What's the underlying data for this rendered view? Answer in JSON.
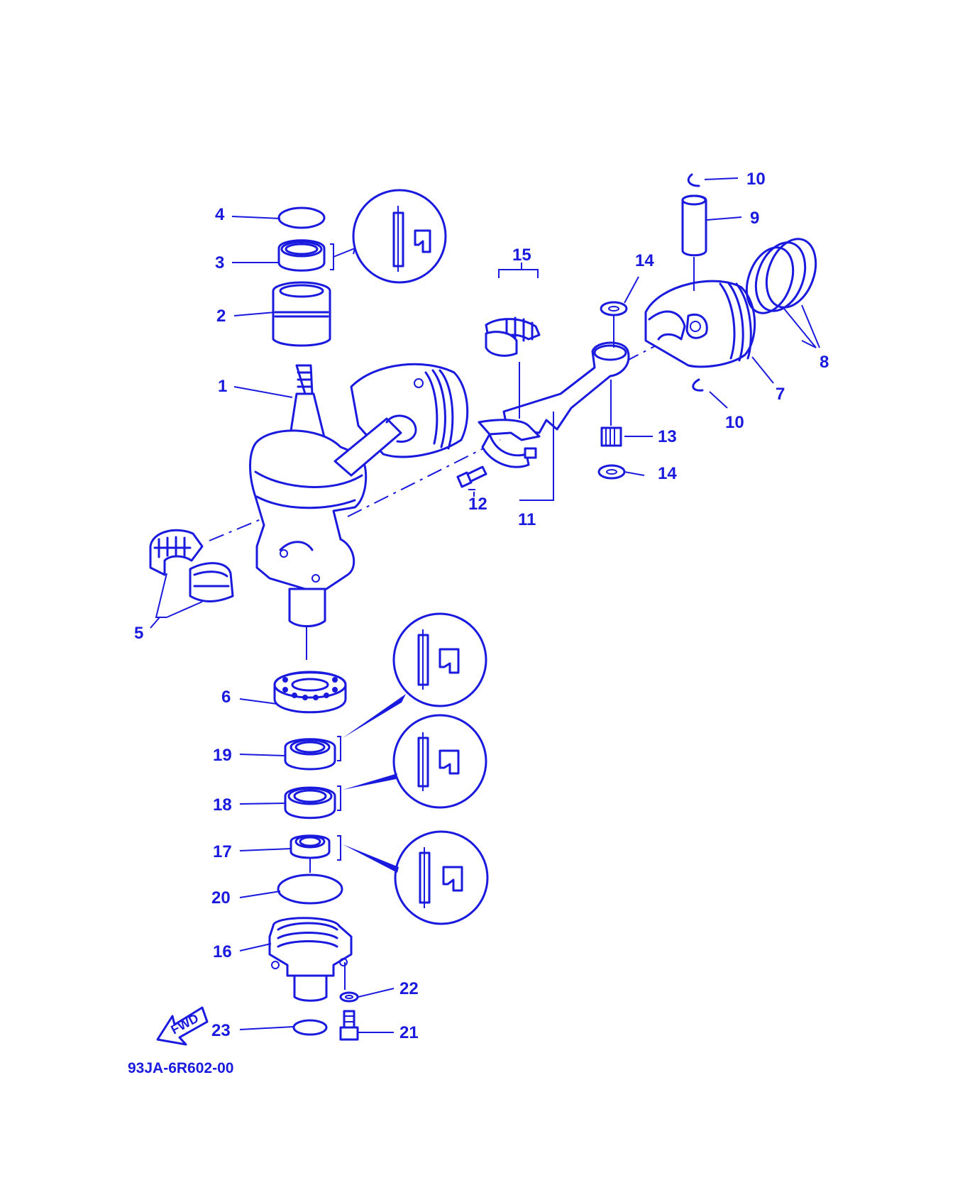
{
  "diagram": {
    "line_color": "#1a1adf",
    "background": "#ffffff",
    "part_numbers": [
      "1",
      "2",
      "3",
      "4",
      "5",
      "6",
      "7",
      "8",
      "9",
      "10",
      "10",
      "11",
      "12",
      "13",
      "14",
      "14",
      "15",
      "16",
      "17",
      "18",
      "19",
      "20",
      "21",
      "22",
      "23"
    ],
    "fwd_label": "FWD",
    "drawing_code": "93JA-6R602-00",
    "callout_icon": "grease-application-symbol"
  }
}
